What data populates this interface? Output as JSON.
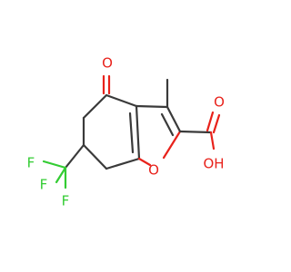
{
  "atoms": {
    "ketone_o": "O",
    "ring_o": "O",
    "acid_o": "O",
    "acid_oh": "OH",
    "f1": "F",
    "f2": "F",
    "f3": "F"
  },
  "colors": {
    "bond": "#3a3a3a",
    "oxygen": "#e8221b",
    "fluorine": "#33cc33",
    "background": "#ffffff"
  }
}
